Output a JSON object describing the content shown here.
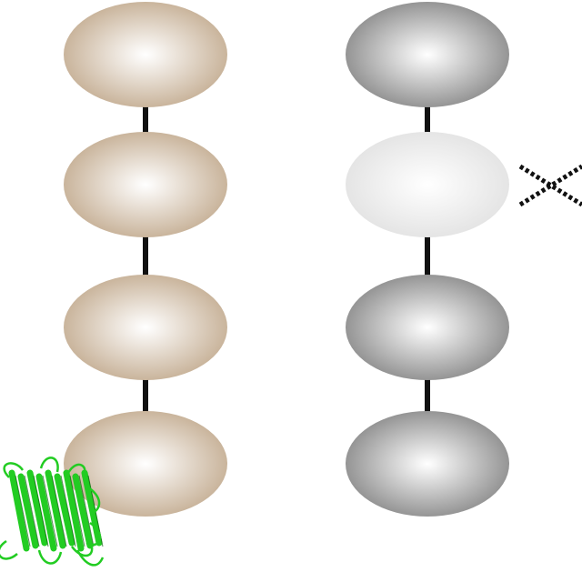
{
  "diagram": {
    "background": "#ffffff",
    "linker_color": "#111111",
    "chains": [
      {
        "name": "left-chain",
        "domains": [
          {
            "state": "normal"
          },
          {
            "state": "normal"
          },
          {
            "state": "normal"
          },
          {
            "state": "normal"
          }
        ],
        "colors": {
          "center": "#ffffff",
          "edge": "#c4ad92"
        },
        "attached": {
          "icon": "gfp-barrel-icon",
          "color": "#22cc22",
          "at_domain": 4
        }
      },
      {
        "name": "right-chain",
        "domains": [
          {
            "state": "normal"
          },
          {
            "state": "deleted"
          },
          {
            "state": "normal"
          },
          {
            "state": "normal"
          }
        ],
        "colors": {
          "center": "#ffffff",
          "edge": "#8a8a8a",
          "deleted_center": "#ffffff",
          "deleted_edge": "#e2e2e2"
        },
        "marker": {
          "icon": "dashed-x-icon",
          "color": "#111111",
          "at_domain": 2
        }
      }
    ]
  }
}
